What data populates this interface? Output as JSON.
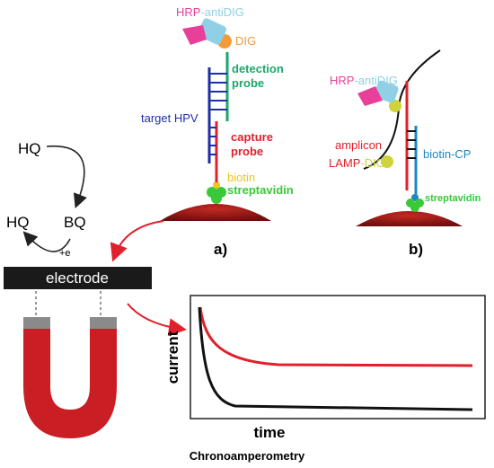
{
  "panel_a": {
    "hrp_prefix": "HRP",
    "hrp_suffix": "-antiDIG",
    "dig": "DIG",
    "detection_line1": "detection",
    "detection_line2": "probe",
    "target": "target HPV",
    "capture_line1": "capture",
    "capture_line2": "probe",
    "biotin": "biotin",
    "streptavidin": "streptavidin",
    "caption": "a)"
  },
  "panel_b": {
    "hrp_prefix": "HRP",
    "hrp_suffix": "-antiDIG",
    "amplicon_line1": "amplicon",
    "amplicon_line2_a": "LAMP",
    "amplicon_line2_b": "-DIG",
    "biotin_cp": "biotin-CP",
    "streptavidin": "streptavidin",
    "caption": "b)"
  },
  "redox": {
    "hq_top": "HQ",
    "hq_bottom": "HQ",
    "bq": "BQ",
    "electron": "+e"
  },
  "electrode": {
    "label": "electrode"
  },
  "plot": {
    "ylabel": "current",
    "xlabel": "time",
    "caption": "Chronoamperometry"
  },
  "colors": {
    "magenta": "#e8409a",
    "lightblue": "#8fd0e6",
    "orange": "#f29a38",
    "green": "#1aa86a",
    "navy": "#1f2fa6",
    "red": "#e0202a",
    "yellow": "#f0c418",
    "olive": "#cfd23a",
    "teal": "#1d86c4",
    "bright_green": "#39c83a",
    "darkred": "#8a1616",
    "magnet_red": "#c91f24"
  }
}
